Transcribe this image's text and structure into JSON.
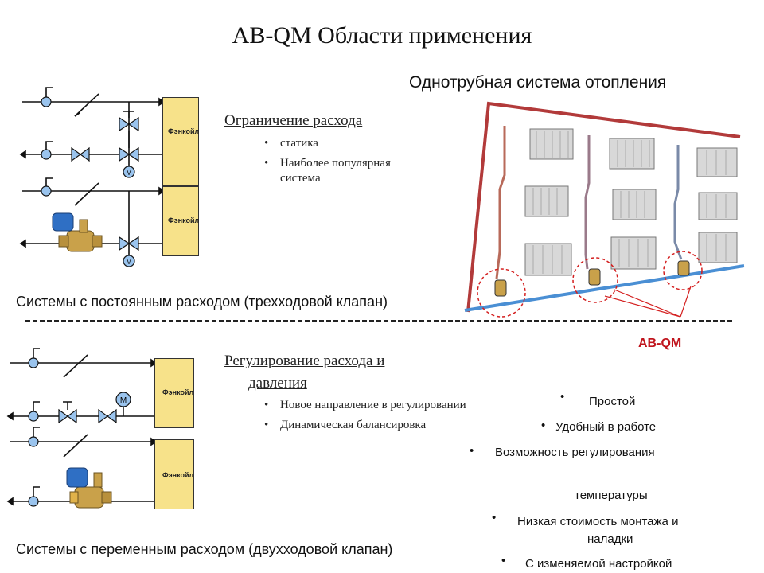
{
  "title": "AB-QM Области применения",
  "top_right_title": "Однотрубная система отопления",
  "section1": {
    "heading": "Ограничение расхода",
    "bullets": [
      "статика",
      "Наиболее популярная система"
    ],
    "caption": "Системы с постоянным расходом (трехходовой клапан)",
    "fancoil_labels": [
      "Фэнкойл",
      "Фэнкойл"
    ],
    "motor_labels": [
      "M",
      "M"
    ]
  },
  "section2": {
    "heading_line1": "Регулирование расхода и",
    "heading_line2": "давления",
    "bullets": [
      "Новое направление в регулировании",
      "Динамическая балансировка"
    ],
    "caption": "Системы с переменным расходом (двухходовой клапан)",
    "fancoil_labels": [
      "Фэнкойл",
      "Фэнкойл"
    ],
    "motor_label": "M"
  },
  "abqm_label": "AB-QM",
  "features": [
    "Простой",
    "Удобный в работе",
    "Возможность регулирования",
    "температуры",
    "Низкая стоимость монтажа и",
    "наладки",
    "С изменяемой настройкой"
  ],
  "colors": {
    "accent_red": "#c0141c",
    "fancoil_fill": "#f7e28a",
    "riser_red": "#b23a3a",
    "pipe_blue": "#4a8fd4"
  }
}
